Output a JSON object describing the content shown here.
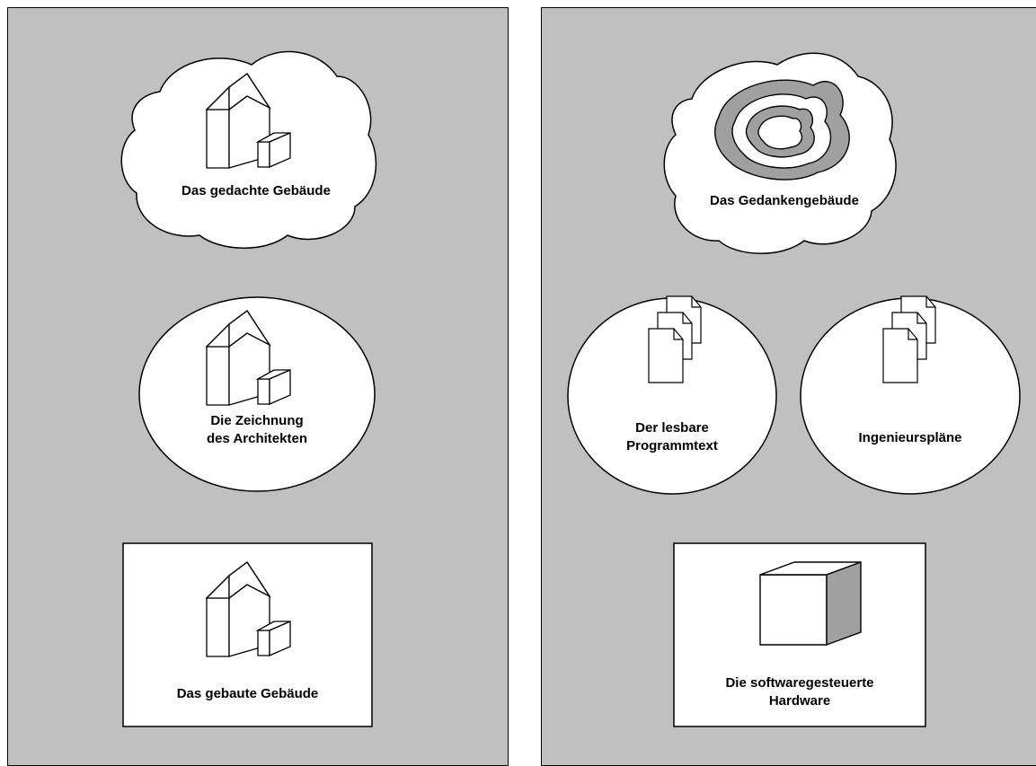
{
  "left_column": {
    "cloud_label": "Das gedachte Gebäude",
    "circle_label_line1": "Die Zeichnung",
    "circle_label_line2": "des Architekten",
    "box_label": "Das gebaute Gebäude"
  },
  "right_column": {
    "cloud_label": "Das Gedankengebäude",
    "circle1_label_line1": "Der lesbare",
    "circle1_label_line2": "Programmtext",
    "circle2_label": "Ingenieurspläne",
    "box_label_line1": "Die softwaregesteuerte",
    "box_label_line2": "Hardware"
  },
  "colors": {
    "panel_background": "#c0c0c0",
    "shape_fill": "#ffffff",
    "shading": "#a0a0a0",
    "stroke": "#000000"
  },
  "icons": [
    "house-icon",
    "document-stack-icon",
    "cube-icon",
    "swirl-icon"
  ]
}
